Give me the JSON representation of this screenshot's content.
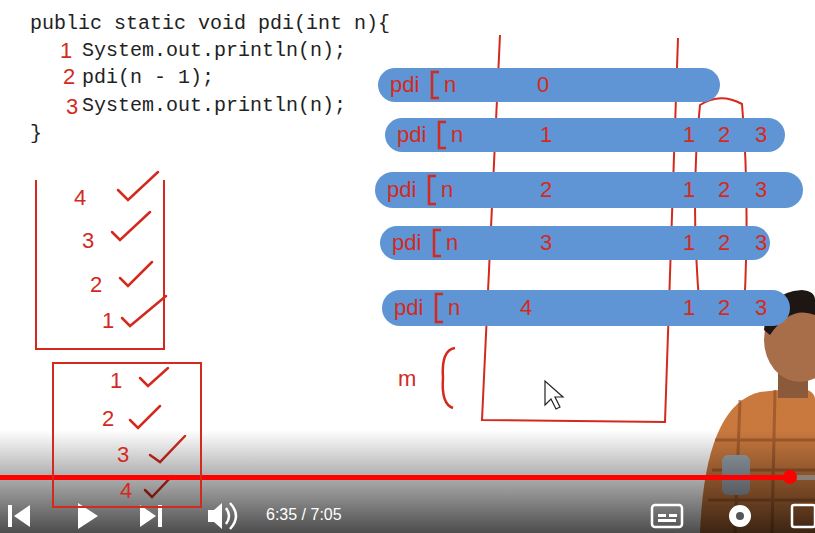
{
  "diagram": {
    "nodes": [
      {
        "text": [
          "pdi",
          "n",
          "0"
        ]
      },
      {
        "text": [
          "pdi",
          "n",
          "1",
          "1",
          "2",
          "3"
        ]
      },
      {
        "text": [
          "pdi",
          "n",
          "2",
          "1",
          "2",
          "3"
        ]
      },
      {
        "text": [
          "pdi",
          "n",
          "3",
          "1",
          "2",
          "3"
        ]
      },
      {
        "text": [
          "pdi",
          "n",
          "4",
          "1",
          "2",
          "3"
        ]
      },
      {
        "text": [
          "4",
          "3",
          "2",
          "1"
        ]
      },
      {
        "text": [
          "1",
          "2",
          "3",
          "4"
        ]
      }
    ],
    "labels": [
      "public static void pdi(int n){",
      "1",
      "System.out.println(n);",
      "2",
      "pdi(n - 1);",
      "3",
      "System.out.println(n);",
      "}",
      "m",
      "6:35 / 7:05"
    ]
  }
}
